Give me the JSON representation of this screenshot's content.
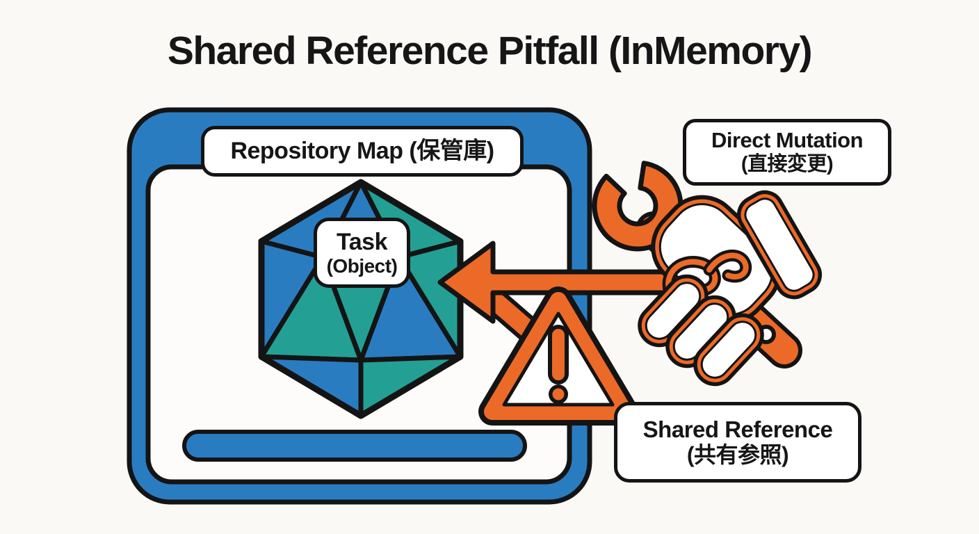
{
  "title": "Shared Reference Pitfall (InMemory)",
  "labels": {
    "repository": "Repository Map (保管庫)",
    "task": {
      "line1": "Task",
      "line2": "(Object)"
    },
    "direct_mutation": {
      "line1": "Direct Mutation",
      "line2": "(直接変更)"
    },
    "shared_reference": {
      "line1": "Shared Reference",
      "line2": "(共有参照)"
    }
  },
  "icons": {
    "wrench_hand": "fist-holding-wrench-icon",
    "warning": "warning-triangle-exclamation-icon",
    "arrow": "mutation-arrow-icon",
    "polyhedron": "icosahedron-task-object-icon",
    "slot": "repository-slot-bar"
  },
  "colors": {
    "blue": "#2a7cc1",
    "teal": "#23a093",
    "orange": "#ec6a27",
    "ink": "#141414",
    "paper": "#faf9f6",
    "panel": "#fdfcfa"
  }
}
